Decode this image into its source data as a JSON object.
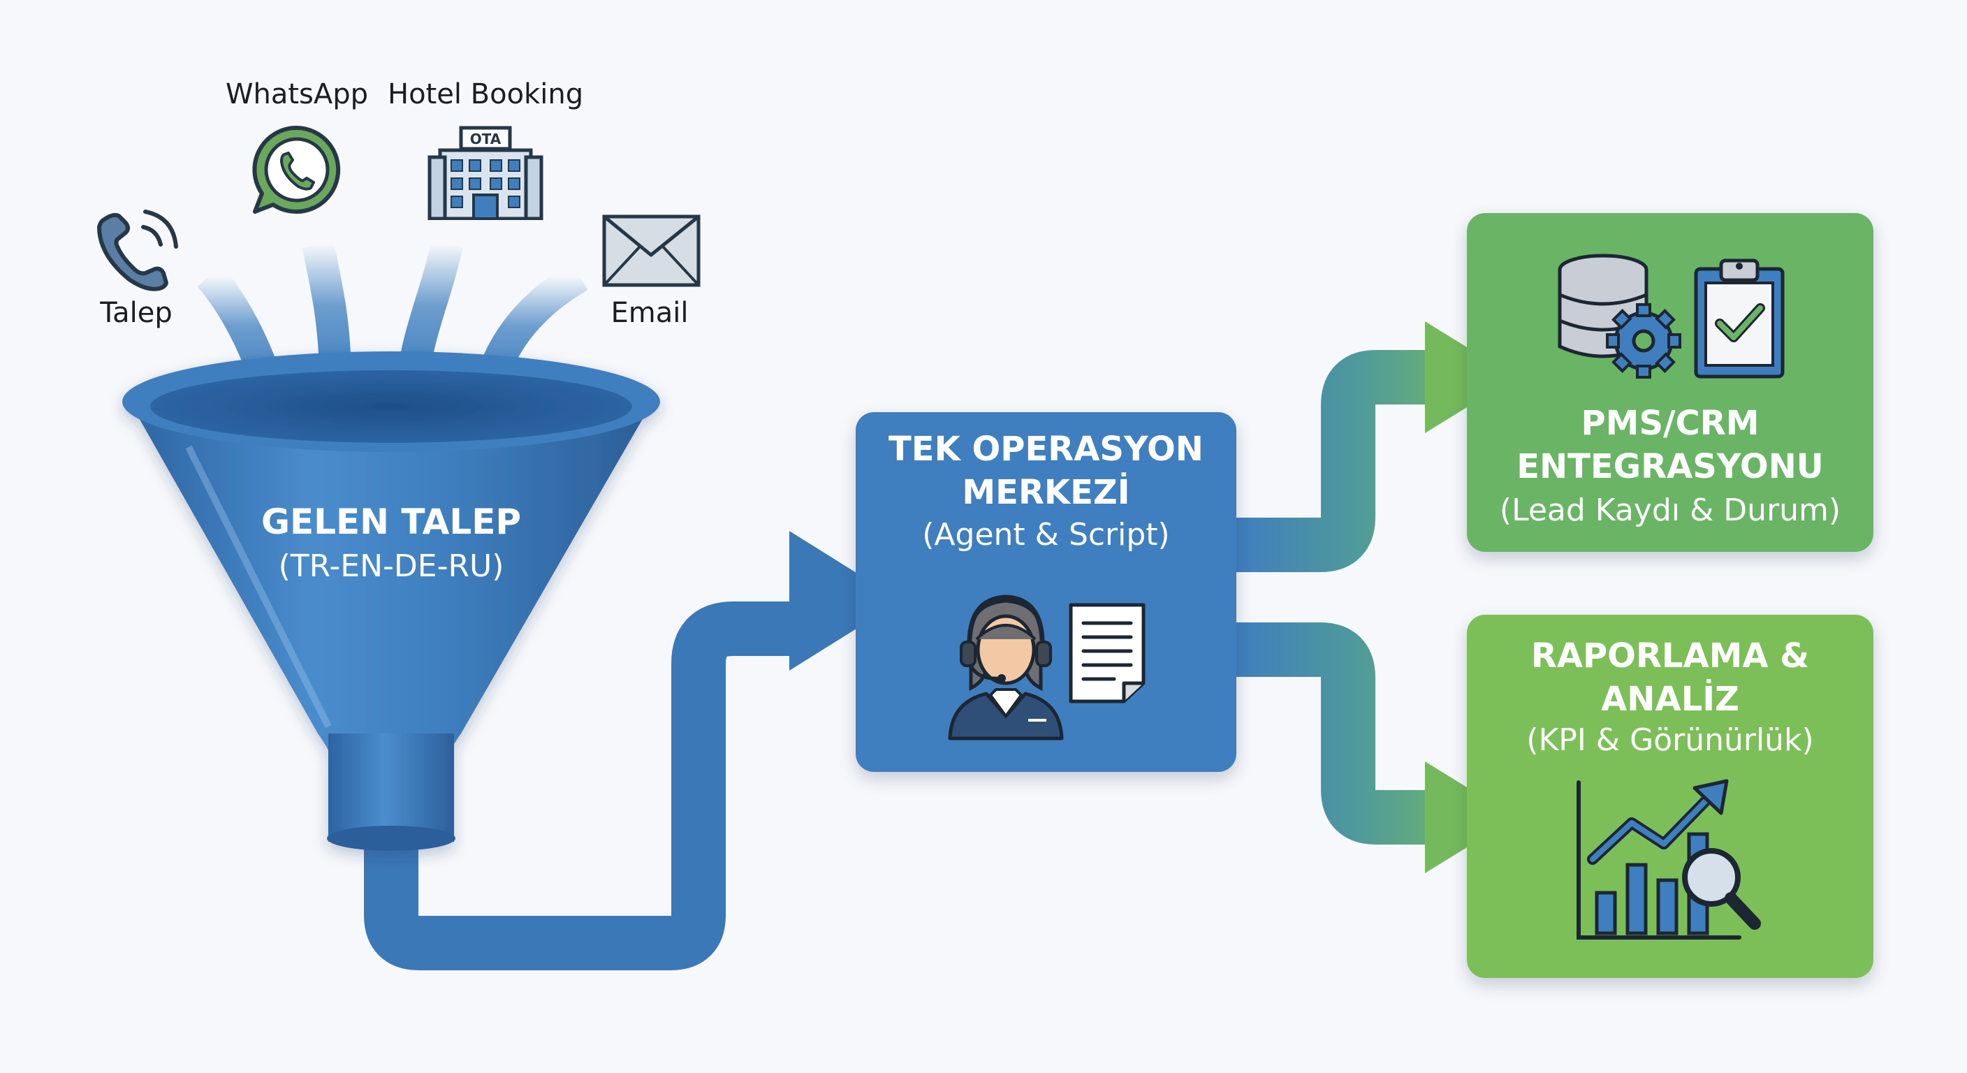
{
  "channels": {
    "phone": {
      "label": "Talep",
      "icon": "phone-icon"
    },
    "whatsapp": {
      "label": "WhatsApp",
      "icon": "whatsapp-icon"
    },
    "hotel_booking": {
      "label": "Hotel Booking",
      "icon": "hotel-ota-icon",
      "badge": "OTA"
    },
    "email": {
      "label": "Email",
      "icon": "envelope-icon"
    }
  },
  "funnel": {
    "title": "GELEN TALEP",
    "subtitle": "(TR-EN-DE-RU)",
    "icon": "funnel-icon"
  },
  "operation_center": {
    "title_line1": "TEK OPERASYON",
    "title_line2": "MERKEZİ",
    "subtitle": "(Agent & Script)",
    "icons": [
      "agent-headset-icon",
      "script-document-icon"
    ]
  },
  "integration": {
    "title_line1": "PMS/CRM",
    "title_line2": "ENTEGRASYONU",
    "subtitle": "(Lead Kaydı & Durum)",
    "icons": [
      "database-gear-icon",
      "clipboard-check-icon"
    ]
  },
  "reporting": {
    "title_line1": "RAPORLAMA &",
    "title_line2": "ANALİZ",
    "subtitle": "(KPI & Görünürlük)",
    "icons": [
      "chart-magnifier-icon"
    ]
  },
  "colors": {
    "blue": "#3f7fbf",
    "blue_dark": "#2f67a3",
    "green": "#6ab565",
    "green_light": "#7dc45a",
    "background": "#f6f8fb"
  }
}
